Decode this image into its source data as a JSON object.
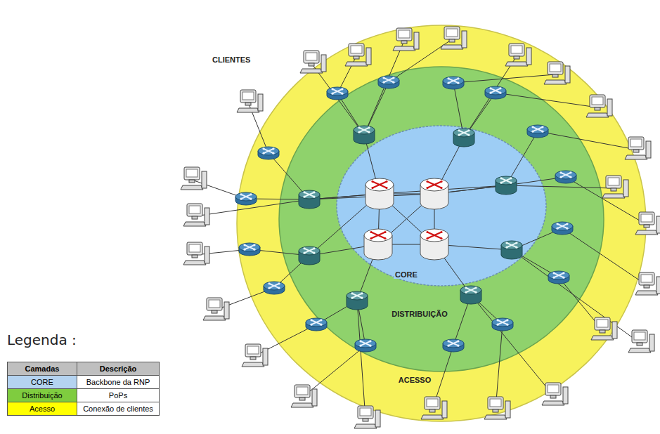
{
  "diagram": {
    "nodes": [
      {
        "text": [
          "ACESSO"
        ]
      },
      {
        "text": [
          "DISTRIBUIÇÃO"
        ],
        "in": 0
      },
      {
        "text": [
          "CORE"
        ],
        "in": 1
      }
    ],
    "labels": [
      "CLIENTES",
      "Legenda :",
      "Camadas",
      "Descrição",
      "Backbone da RNP",
      "PoPs",
      "Conexão de clientes"
    ],
    "legend": [
      {
        "text": "CORE",
        "color": "#b4d3f0"
      },
      {
        "text": "Distribuição",
        "color": "#7fcc3f"
      },
      {
        "text": "Acesso",
        "color": "#ffff00"
      }
    ]
  }
}
